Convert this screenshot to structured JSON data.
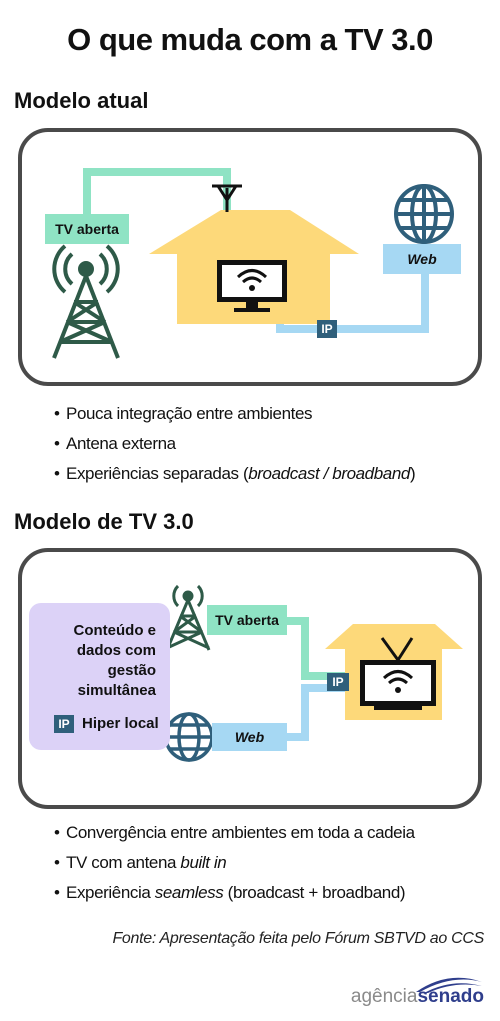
{
  "title": "O que muda com a TV 3.0",
  "current_model": {
    "heading": "Modelo atual",
    "tv_tag": "TV aberta",
    "web_tag": "Web",
    "ip_label": "IP",
    "bullets": [
      {
        "text": "Pouca integração entre ambientes"
      },
      {
        "text": "Antena externa"
      },
      {
        "pre": "Experiências separadas (",
        "em": "broadcast / broadband",
        "post": ")"
      }
    ]
  },
  "tv30_model": {
    "heading": "Modelo de TV 3.0",
    "box_text": [
      "Conteúdo e",
      "dados com gestão",
      "simultânea"
    ],
    "ip_label": "IP",
    "hiper_label": "Hiper local",
    "tv_tag": "TV aberta",
    "web_tag": "Web",
    "ip_house_label": "IP",
    "bullets": [
      {
        "text": "Convergência entre ambientes em toda a cadeia"
      },
      {
        "pre": "TV com antena ",
        "em": "built in",
        "post": ""
      },
      {
        "pre": "Experiência ",
        "em": "seamless",
        "post": " (broadcast + broadband)"
      }
    ]
  },
  "source": "Fonte: Apresentação feita pelo Fórum SBTVD ao CCS",
  "logo": {
    "part1": "agência",
    "part2": "senado"
  },
  "colors": {
    "house": "#fdd97a",
    "tv_line": "#8fe3c4",
    "web_line": "#a6d8f3",
    "tower": "#2e5a48",
    "globe": "#2f5f7b",
    "lilac": "#dcd2f7",
    "frame": "#4a4a4a"
  }
}
